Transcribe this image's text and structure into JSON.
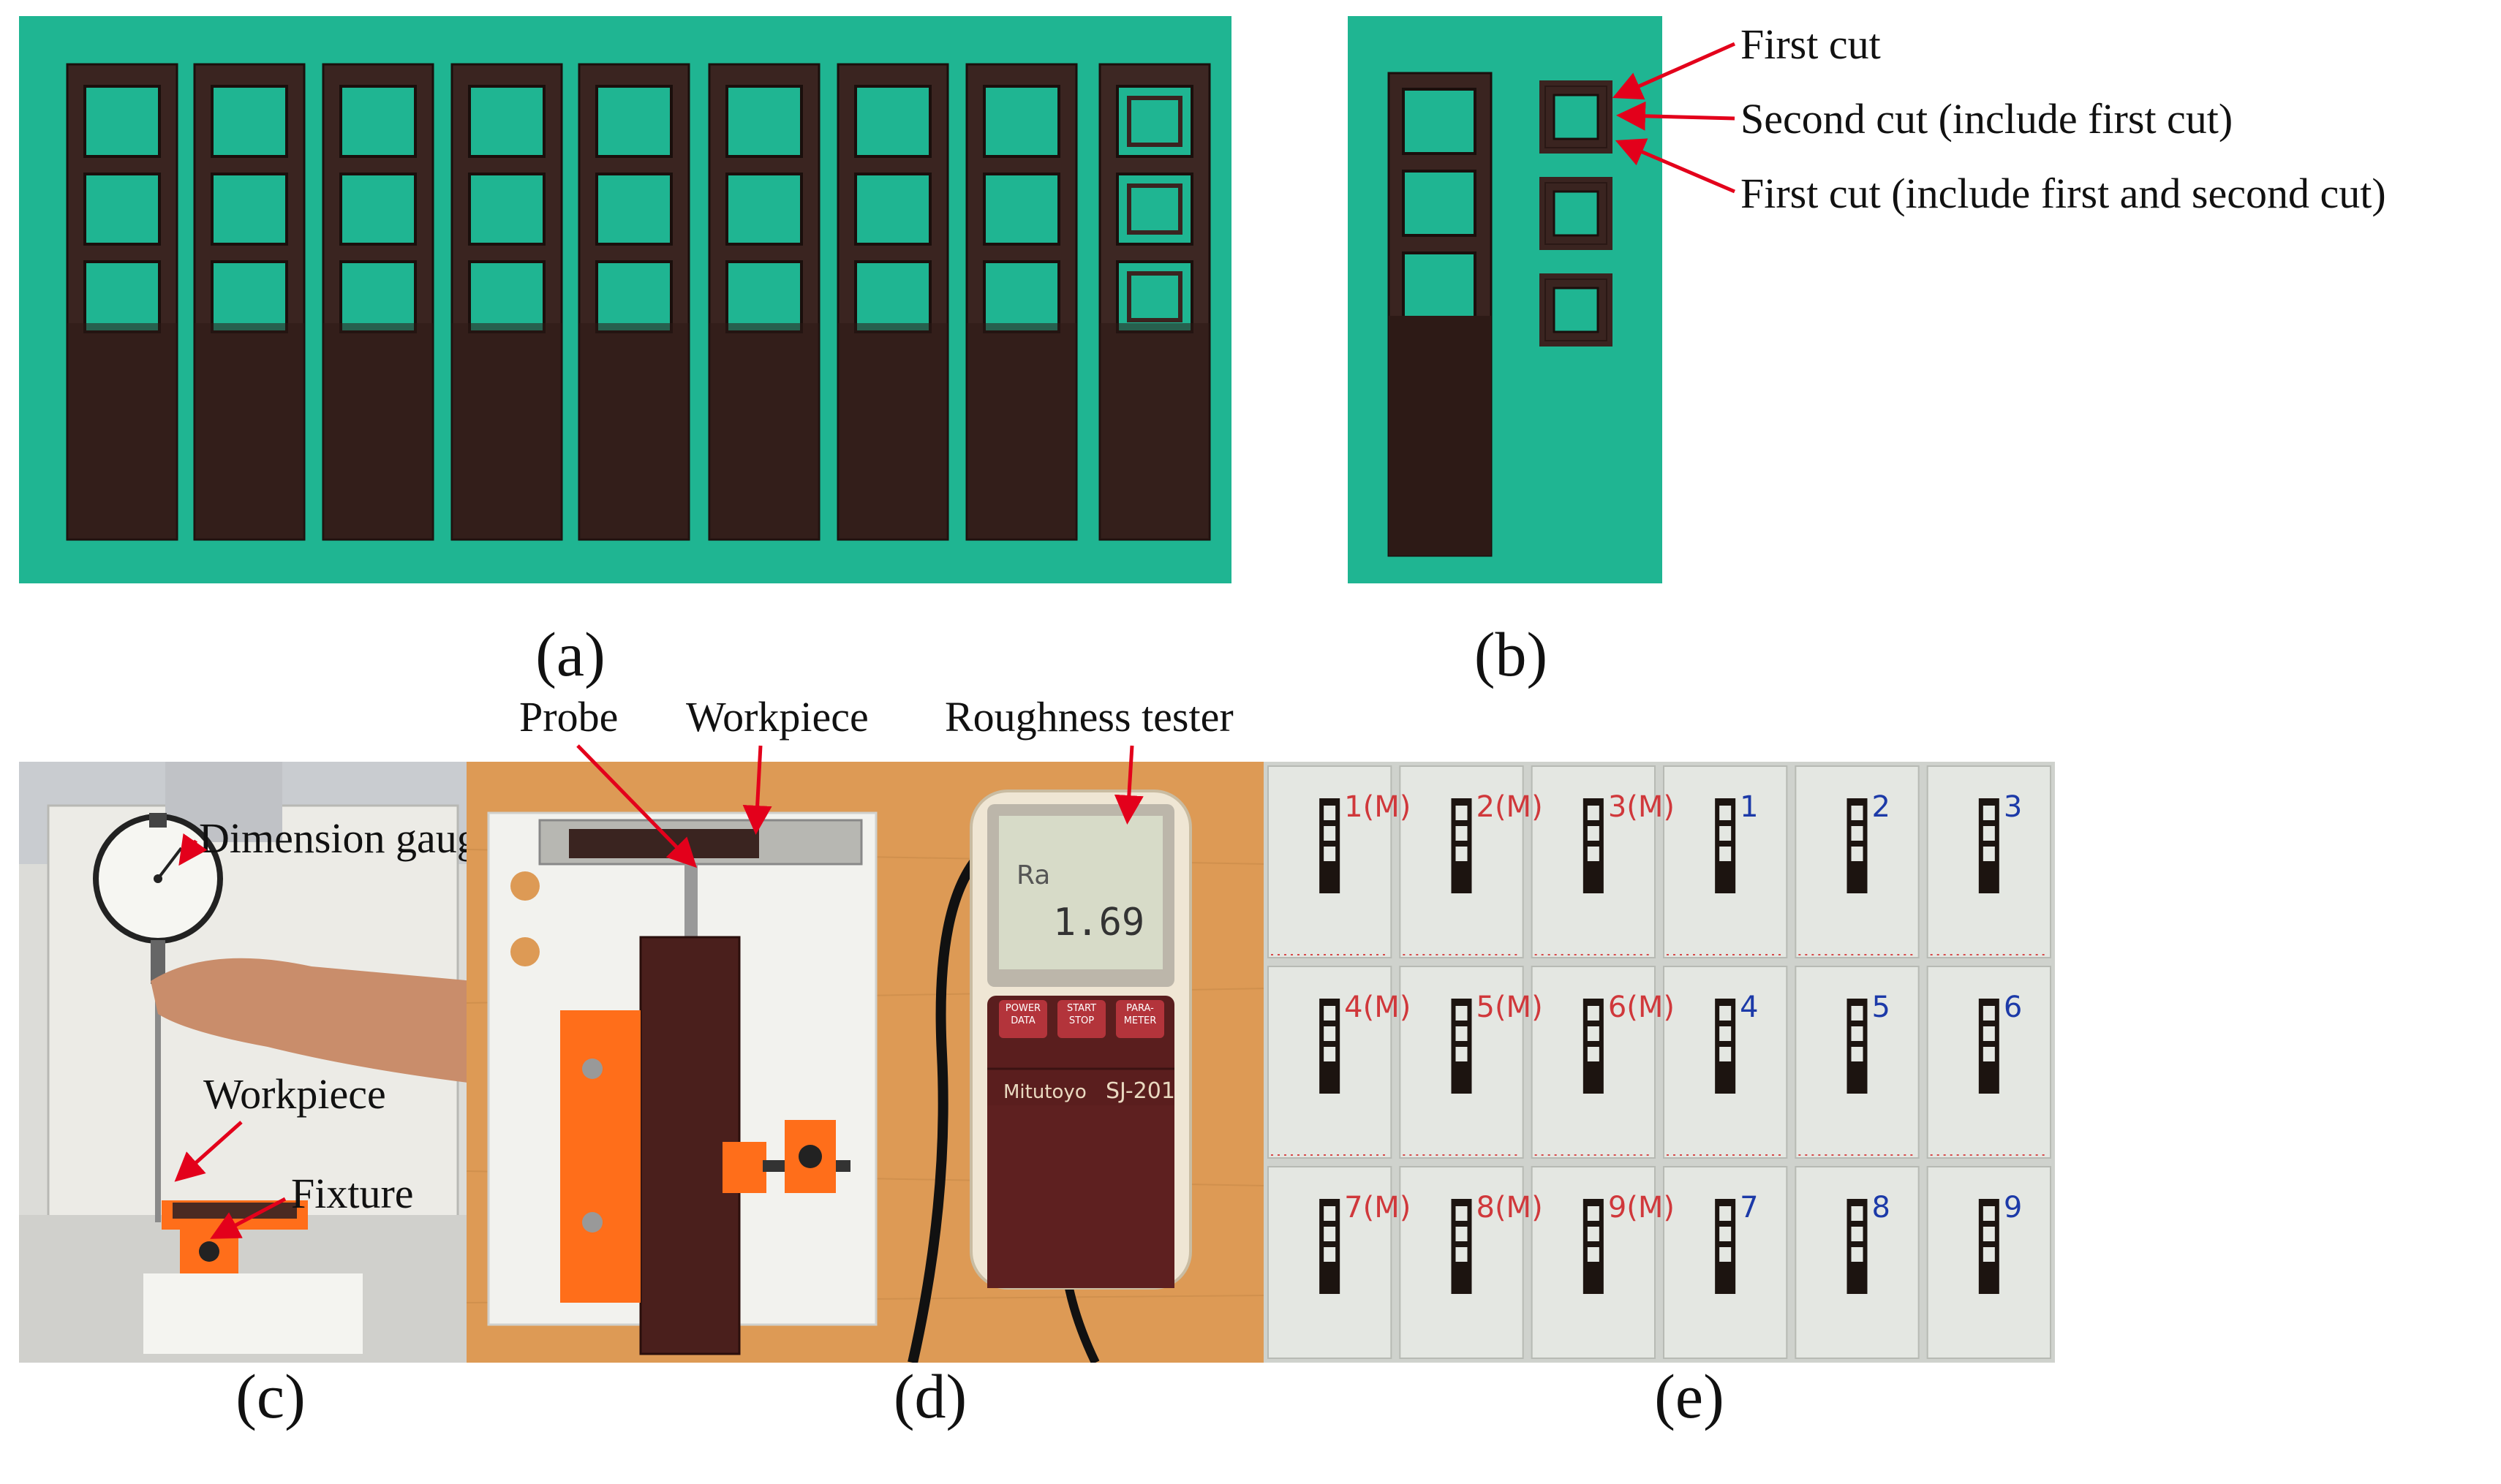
{
  "captions": {
    "a": "(a)",
    "b": "(b)",
    "c": "(c)",
    "d": "(d)",
    "e": "(e)"
  },
  "panel_b": {
    "labels": [
      "First cut",
      "Second cut (include first cut)",
      "First cut (include first and second cut)"
    ]
  },
  "panel_c": {
    "labels": {
      "gauge": "Dimension gauge",
      "workpiece": "Workpiece",
      "fixture": "Fixture"
    }
  },
  "panel_d": {
    "labels": {
      "probe": "Probe",
      "workpiece": "Workpiece",
      "tester": "Roughness tester"
    },
    "device": {
      "brand": "Mitutoyo",
      "model": "SJ-201",
      "screen_param": "Ra",
      "screen_value": "1.69",
      "buttons": [
        {
          "top": "POWER",
          "bottom": "DATA"
        },
        {
          "top": "START",
          "bottom": "STOP"
        },
        {
          "top": "PARA-",
          "bottom": "METER"
        }
      ]
    }
  },
  "panel_e": {
    "bag_labels": [
      "1(M)",
      "2(M)",
      "3(M)",
      "1",
      "2",
      "3",
      "4(M)",
      "5(M)",
      "6(M)",
      "4",
      "5",
      "6",
      "7(M)",
      "8(M)",
      "9(M)",
      "7",
      "8",
      "9"
    ]
  },
  "colors": {
    "mat_green": "#1fb592",
    "part_brown": "#3a2420",
    "arrow_red": "#e3001b",
    "fixture_orange": "#ff6e1a",
    "bench_wood": "#dd9a55"
  }
}
